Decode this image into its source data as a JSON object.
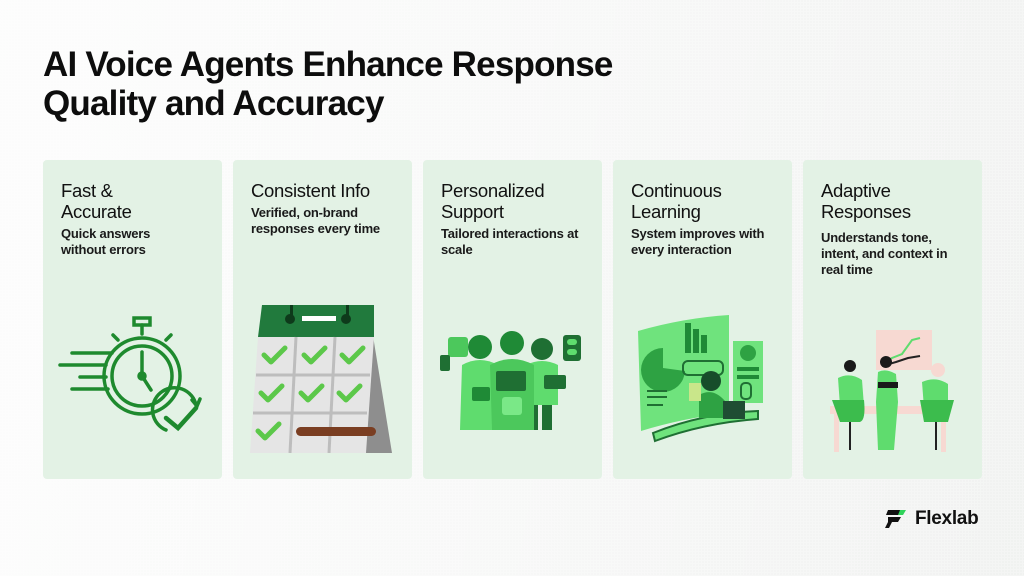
{
  "header": {
    "title_line1": "AI Voice Agents Enhance Response",
    "title_line2": "Quality and Accuracy"
  },
  "cards": [
    {
      "title_line1": "Fast &",
      "title_line2": "Accurate",
      "description": "Quick answers without errors",
      "icon": "stopwatch-check-icon"
    },
    {
      "title_line1": "Consistent Info",
      "title_line2": "",
      "description": "Verified, on-brand responses every time",
      "icon": "calendar-checklist-icon"
    },
    {
      "title_line1": "Personalized",
      "title_line2": "Support",
      "description": "Tailored interactions at scale",
      "icon": "team-devices-illustration"
    },
    {
      "title_line1": "Continuous",
      "title_line2": "Learning",
      "description": "System improves with every interaction",
      "icon": "analytics-dashboard-illustration"
    },
    {
      "title_line1": "Adaptive",
      "title_line2": "Responses",
      "description": "Understands tone, intent, and context in real time",
      "icon": "meeting-presentation-illustration"
    }
  ],
  "brand": {
    "name": "Flexlab",
    "accent": "#2fd35a"
  },
  "colors": {
    "card_bg": "#e3f2e5",
    "icon_green": "#1e8a2e",
    "light_green": "#5fdc6e"
  }
}
